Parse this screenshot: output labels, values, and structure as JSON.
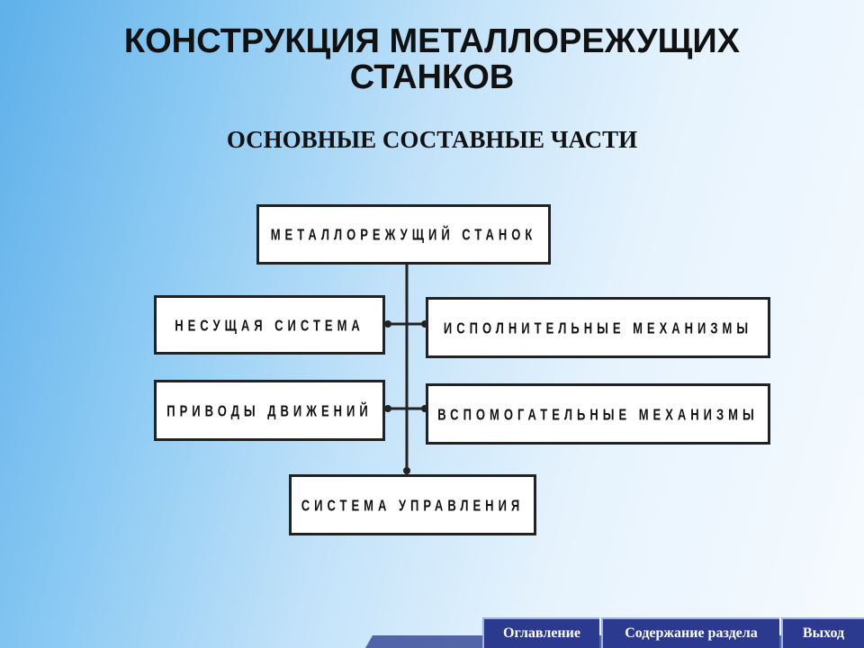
{
  "header": {
    "title_line1": "КОНСТРУКЦИЯ МЕТАЛЛОРЕЖУЩИХ",
    "title_line2": "СТАНКОВ",
    "subtitle": "ОСНОВНЫЕ СОСТАВНЫЕ ЧАСТИ"
  },
  "diagram": {
    "root": "МЕТАЛЛОРЕЖУЩИЙ СТАНОК",
    "left_1": "НЕСУЩАЯ СИСТЕМА",
    "right_1": "ИСПОЛНИТЕЛЬНЫЕ МЕХАНИЗМЫ",
    "left_2": "ПРИВОДЫ ДВИЖЕНИЙ",
    "right_2": "ВСПОМОГАТЕЛЬНЫЕ МЕХАНИЗМЫ",
    "bottom": "СИСТЕМА УПРАВЛЕНИЯ"
  },
  "nav": {
    "contents": "Оглавление",
    "section_contents": "Содержание раздела",
    "exit": "Выход"
  },
  "colors": {
    "nav_bg": "#2b3a8f",
    "line": "#222222"
  }
}
